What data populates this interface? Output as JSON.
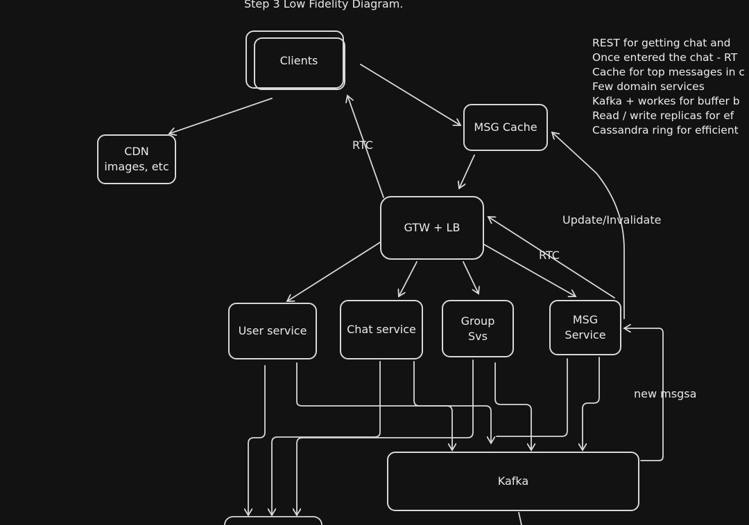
{
  "diagram": {
    "title": "Step 3 Low Fidelity Diagram.",
    "nodes": {
      "clients": "Clients",
      "cdn": "CDN\nimages, etc",
      "msg_cache": "MSG Cache",
      "gateway": "GTW + LB",
      "user_service": "User service",
      "chat_service": "Chat service",
      "group_svs": "Group\nSvs",
      "msg_service": "MSG\nService",
      "kafka": "Kafka"
    },
    "edge_labels": {
      "rtc_clients": "RTC",
      "rtc_msg": "RTC",
      "update_invalidate": "Update/Invalidate",
      "new_msgsa": "new msgsa"
    },
    "notes": [
      "REST for getting chat and",
      "Once entered the chat - RT",
      "Cache for top messages in c",
      "Few domain services",
      "Kafka + workes for buffer b",
      "Read / write replicas for ef",
      "Cassandra ring for efficient"
    ]
  }
}
